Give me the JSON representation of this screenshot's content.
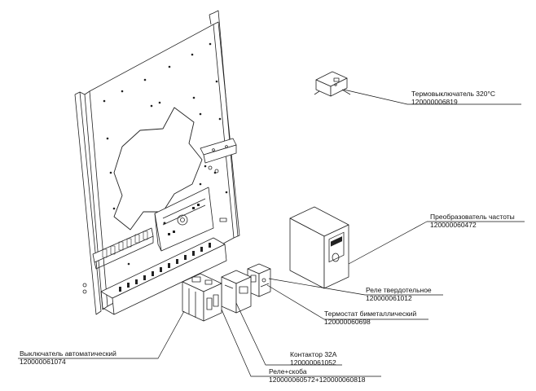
{
  "callouts": [
    {
      "id": "thermal-switch",
      "title": "Термовыключатель 320°C",
      "code": "120000006819"
    },
    {
      "id": "frequency-converter",
      "title": "Преобразователь частоты",
      "code": "120000060472"
    },
    {
      "id": "solid-state-relay",
      "title": "Реле твердотельное",
      "code": "120000061012"
    },
    {
      "id": "bimetal-thermostat",
      "title": "Термостат биметаллический",
      "code": "120000060698"
    },
    {
      "id": "circuit-breaker",
      "title": "Выключатель автоматический",
      "code": "120000061074"
    },
    {
      "id": "contactor",
      "title": "Контактор 32А",
      "code": "120000061052"
    },
    {
      "id": "relay-bracket",
      "title": "Реле+скоба",
      "code": "120000060572+120000060818"
    }
  ]
}
